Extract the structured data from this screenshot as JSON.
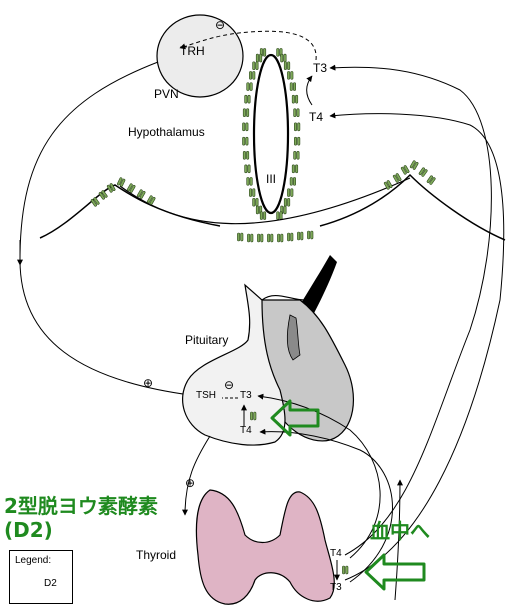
{
  "labels": {
    "trh": "TRH",
    "pvn": "PVN",
    "hypothalamus": "Hypothalamus",
    "ventricle": "III",
    "t3_hypo": "T3",
    "t4_hypo": "T4",
    "pituitary": "Pituitary",
    "tsh": "TSH",
    "t3_pit": "T3",
    "t4_pit": "T4",
    "thyroid": "Thyroid",
    "t4_thy": "T4",
    "t3_thy": "T3",
    "minus_sign": "⊖",
    "plus_sign": "⊕"
  },
  "annotations": {
    "d2_title_line1": "2型脱ヨウ素酵素",
    "d2_title_line2": "(D2)",
    "to_blood": "血中へ"
  },
  "legend": {
    "title": "Legend:",
    "key_label": "D2"
  },
  "colors": {
    "d2_fill": "#7ea85a",
    "d2_stroke": "#2e4a1c",
    "thyroid_fill": "#dfb4c5",
    "pituitary_light": "#f2f2f2",
    "pituitary_mid": "#c8c8c8",
    "pituitary_dark": "#8a8a8a",
    "annotation_green": "#1f8a1f"
  }
}
